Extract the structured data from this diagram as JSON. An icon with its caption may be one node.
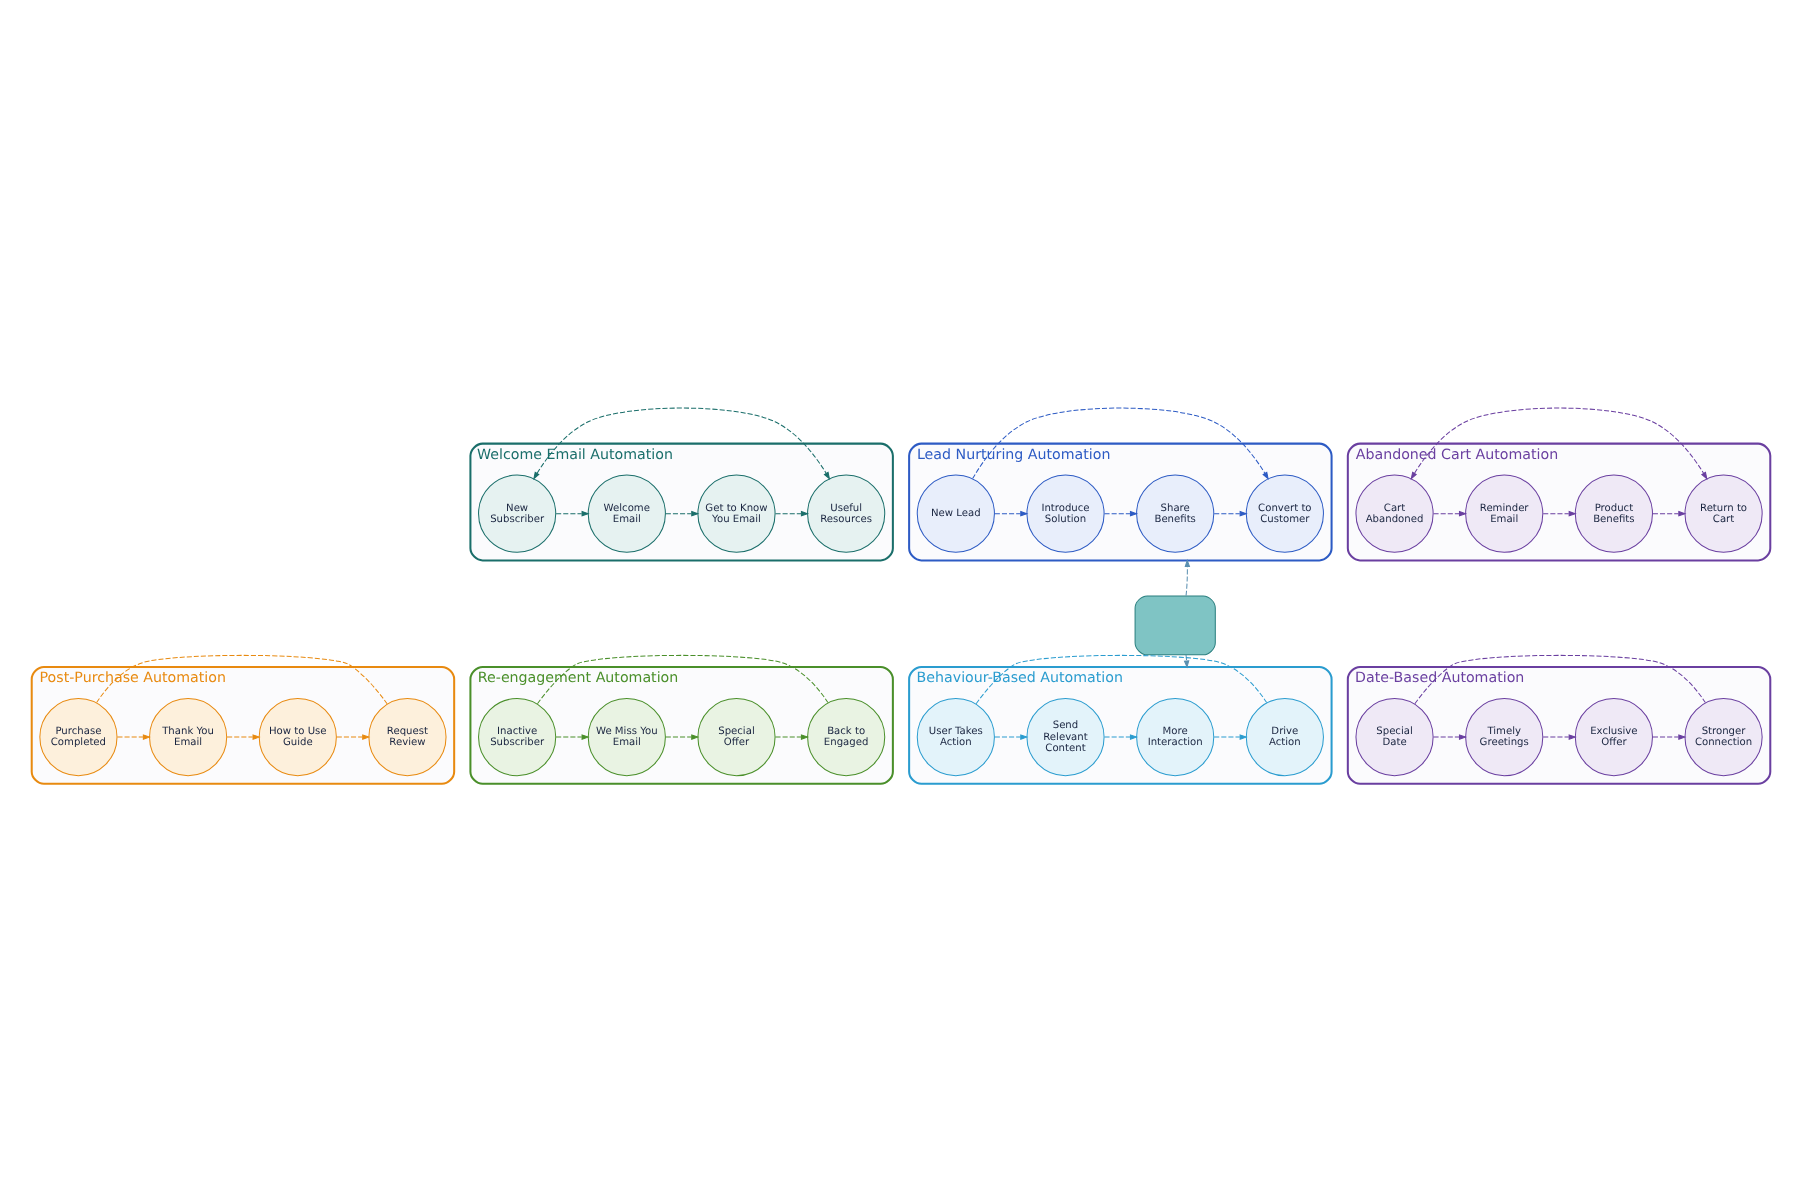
{
  "diagram": {
    "nodes": [
      {
        "text": [
          "Welcome Email Automation"
        ]
      },
      {
        "text": [
          "New Subscriber"
        ],
        "in": 0
      },
      {
        "text": [
          "Welcome Email"
        ],
        "in": 0
      },
      {
        "text": [
          "Get to Know You Email"
        ],
        "in": 0
      },
      {
        "text": [
          "Useful Resources"
        ],
        "in": 0
      },
      {
        "text": [
          "Lead Nurturing Automation"
        ]
      },
      {
        "text": [
          "New Lead"
        ],
        "in": 5
      },
      {
        "text": [
          "Introduce Solution"
        ],
        "in": 5
      },
      {
        "text": [
          "Share Benefits"
        ],
        "in": 5
      },
      {
        "text": [
          "Convert to Customer"
        ],
        "in": 5
      },
      {
        "text": [
          "Abandoned Cart Automation"
        ]
      },
      {
        "text": [
          "Cart Abandoned"
        ],
        "in": 10
      },
      {
        "text": [
          "Reminder Email"
        ],
        "in": 10
      },
      {
        "text": [
          "Product Benefits"
        ],
        "in": 10
      },
      {
        "text": [
          "Return to Cart"
        ],
        "in": 10
      },
      {
        "text": [],
        "shape": "box"
      },
      {
        "text": [
          "Post-Purchase Automation"
        ]
      },
      {
        "text": [
          "Purchase Completed"
        ],
        "in": 16
      },
      {
        "text": [
          "Thank You Email"
        ],
        "in": 16
      },
      {
        "text": [
          "How to Use Guide"
        ],
        "in": 16
      },
      {
        "text": [
          "Request Review"
        ],
        "in": 16
      },
      {
        "text": [
          "Re-engagement Automation"
        ]
      },
      {
        "text": [
          "Inactive Subscriber"
        ],
        "in": 21
      },
      {
        "text": [
          "We Miss You Email"
        ],
        "in": 21
      },
      {
        "text": [
          "Special Offer"
        ],
        "in": 21
      },
      {
        "text": [
          "Back to Engaged"
        ],
        "in": 21
      },
      {
        "text": [
          "Behaviour-Based Automation"
        ]
      },
      {
        "text": [
          "User Takes Action"
        ],
        "in": 26
      },
      {
        "text": [
          "Send Relevant Content"
        ],
        "in": 26
      },
      {
        "text": [
          "More Interaction"
        ],
        "in": 26
      },
      {
        "text": [
          "Drive Action"
        ],
        "in": 26
      },
      {
        "text": [
          "Date-Based Automation"
        ]
      },
      {
        "text": [
          "Special Date"
        ],
        "in": 31
      },
      {
        "text": [
          "Timely Greetings"
        ],
        "in": 31
      },
      {
        "text": [
          "Exclusive Offer"
        ],
        "in": 31
      },
      {
        "text": [
          "Stronger Connection"
        ],
        "in": 31
      }
    ],
    "edges": [
      {
        "from": 1,
        "to": 2,
        "arrow": "to",
        "style": "dashed",
        "color": "#1a6e6a"
      },
      {
        "from": 2,
        "to": 3,
        "arrow": "to",
        "style": "dashed",
        "color": "#1a6e6a"
      },
      {
        "from": 3,
        "to": 4,
        "arrow": "to",
        "style": "dashed",
        "color": "#1a6e6a"
      },
      {
        "from": 1,
        "to": 4,
        "arrow": "both",
        "style": "dashed",
        "color": "#1a6e6a"
      },
      {
        "from": 6,
        "to": 7,
        "arrow": "to",
        "style": "dashed",
        "color": "#2d5bc4"
      },
      {
        "from": 7,
        "to": 8,
        "arrow": "to",
        "style": "dashed",
        "color": "#2d5bc4"
      },
      {
        "from": 8,
        "to": 9,
        "arrow": "to",
        "style": "dashed",
        "color": "#2d5bc4"
      },
      {
        "from": 6,
        "to": 9,
        "arrow": "to",
        "style": "dashed",
        "color": "#2d5bc4"
      },
      {
        "from": 11,
        "to": 12,
        "arrow": "to",
        "style": "dashed",
        "color": "#6a3fa0"
      },
      {
        "from": 12,
        "to": 13,
        "arrow": "to",
        "style": "dashed",
        "color": "#6a3fa0"
      },
      {
        "from": 13,
        "to": 14,
        "arrow": "to",
        "style": "dashed",
        "color": "#6a3fa0"
      },
      {
        "from": 11,
        "to": 14,
        "arrow": "both",
        "style": "dashed",
        "color": "#6a3fa0"
      },
      {
        "from": 15,
        "to": 5,
        "arrow": "to",
        "style": "dashed",
        "color": "#5a8fb0"
      },
      {
        "from": 15,
        "to": 26,
        "arrow": "to",
        "style": "dashed",
        "color": "#5a8fb0"
      },
      {
        "from": 17,
        "to": 18,
        "arrow": "to",
        "style": "dashed",
        "color": "#e88a10"
      },
      {
        "from": 18,
        "to": 19,
        "arrow": "to",
        "style": "dashed",
        "color": "#e88a10"
      },
      {
        "from": 19,
        "to": 20,
        "arrow": "to",
        "style": "dashed",
        "color": "#e88a10"
      },
      {
        "from": 17,
        "to": 20,
        "arrow": "none",
        "style": "dashed",
        "color": "#e88a10"
      },
      {
        "from": 22,
        "to": 23,
        "arrow": "to",
        "style": "dashed",
        "color": "#4a8f2a"
      },
      {
        "from": 23,
        "to": 24,
        "arrow": "to",
        "style": "dashed",
        "color": "#4a8f2a"
      },
      {
        "from": 24,
        "to": 25,
        "arrow": "to",
        "style": "dashed",
        "color": "#4a8f2a"
      },
      {
        "from": 22,
        "to": 25,
        "arrow": "none",
        "style": "dashed",
        "color": "#4a8f2a"
      },
      {
        "from": 27,
        "to": 28,
        "arrow": "to",
        "style": "dashed",
        "color": "#2a9ccf"
      },
      {
        "from": 28,
        "to": 29,
        "arrow": "to",
        "style": "dashed",
        "color": "#2a9ccf"
      },
      {
        "from": 29,
        "to": 30,
        "arrow": "to",
        "style": "dashed",
        "color": "#2a9ccf"
      },
      {
        "from": 27,
        "to": 30,
        "arrow": "none",
        "style": "dashed",
        "color": "#2a9ccf"
      },
      {
        "from": 32,
        "to": 33,
        "arrow": "to",
        "style": "dashed",
        "color": "#6a3fa0"
      },
      {
        "from": 33,
        "to": 34,
        "arrow": "to",
        "style": "dashed",
        "color": "#6a3fa0"
      },
      {
        "from": 34,
        "to": 35,
        "arrow": "to",
        "style": "dashed",
        "color": "#6a3fa0"
      },
      {
        "from": 32,
        "to": 35,
        "arrow": "none",
        "style": "dashed",
        "color": "#6a3fa0"
      }
    ]
  }
}
